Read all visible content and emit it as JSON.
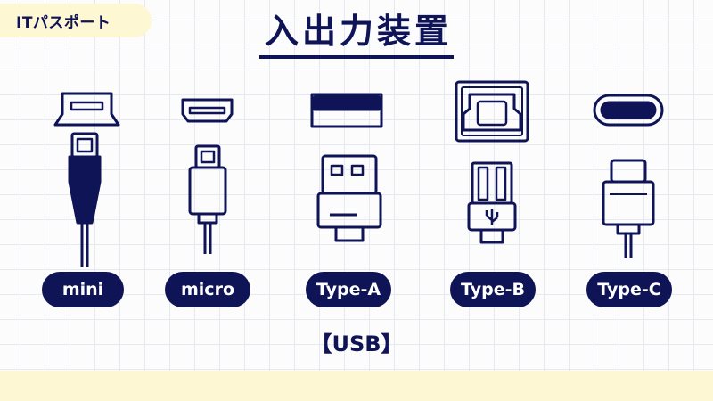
{
  "badge_label": "ITパスポート",
  "title": "入出力装置",
  "connectors": [
    {
      "id": "mini",
      "label": "mini"
    },
    {
      "id": "micro",
      "label": "micro"
    },
    {
      "id": "type-a",
      "label": "Type-A"
    },
    {
      "id": "type-b",
      "label": "Type-B"
    },
    {
      "id": "type-c",
      "label": "Type-C"
    }
  ],
  "caption": "【USB】",
  "colors": {
    "navy": "#0f1456",
    "cream": "#fdf7d4",
    "grid": "#e6e9f0",
    "background": "#fcfcfd"
  }
}
